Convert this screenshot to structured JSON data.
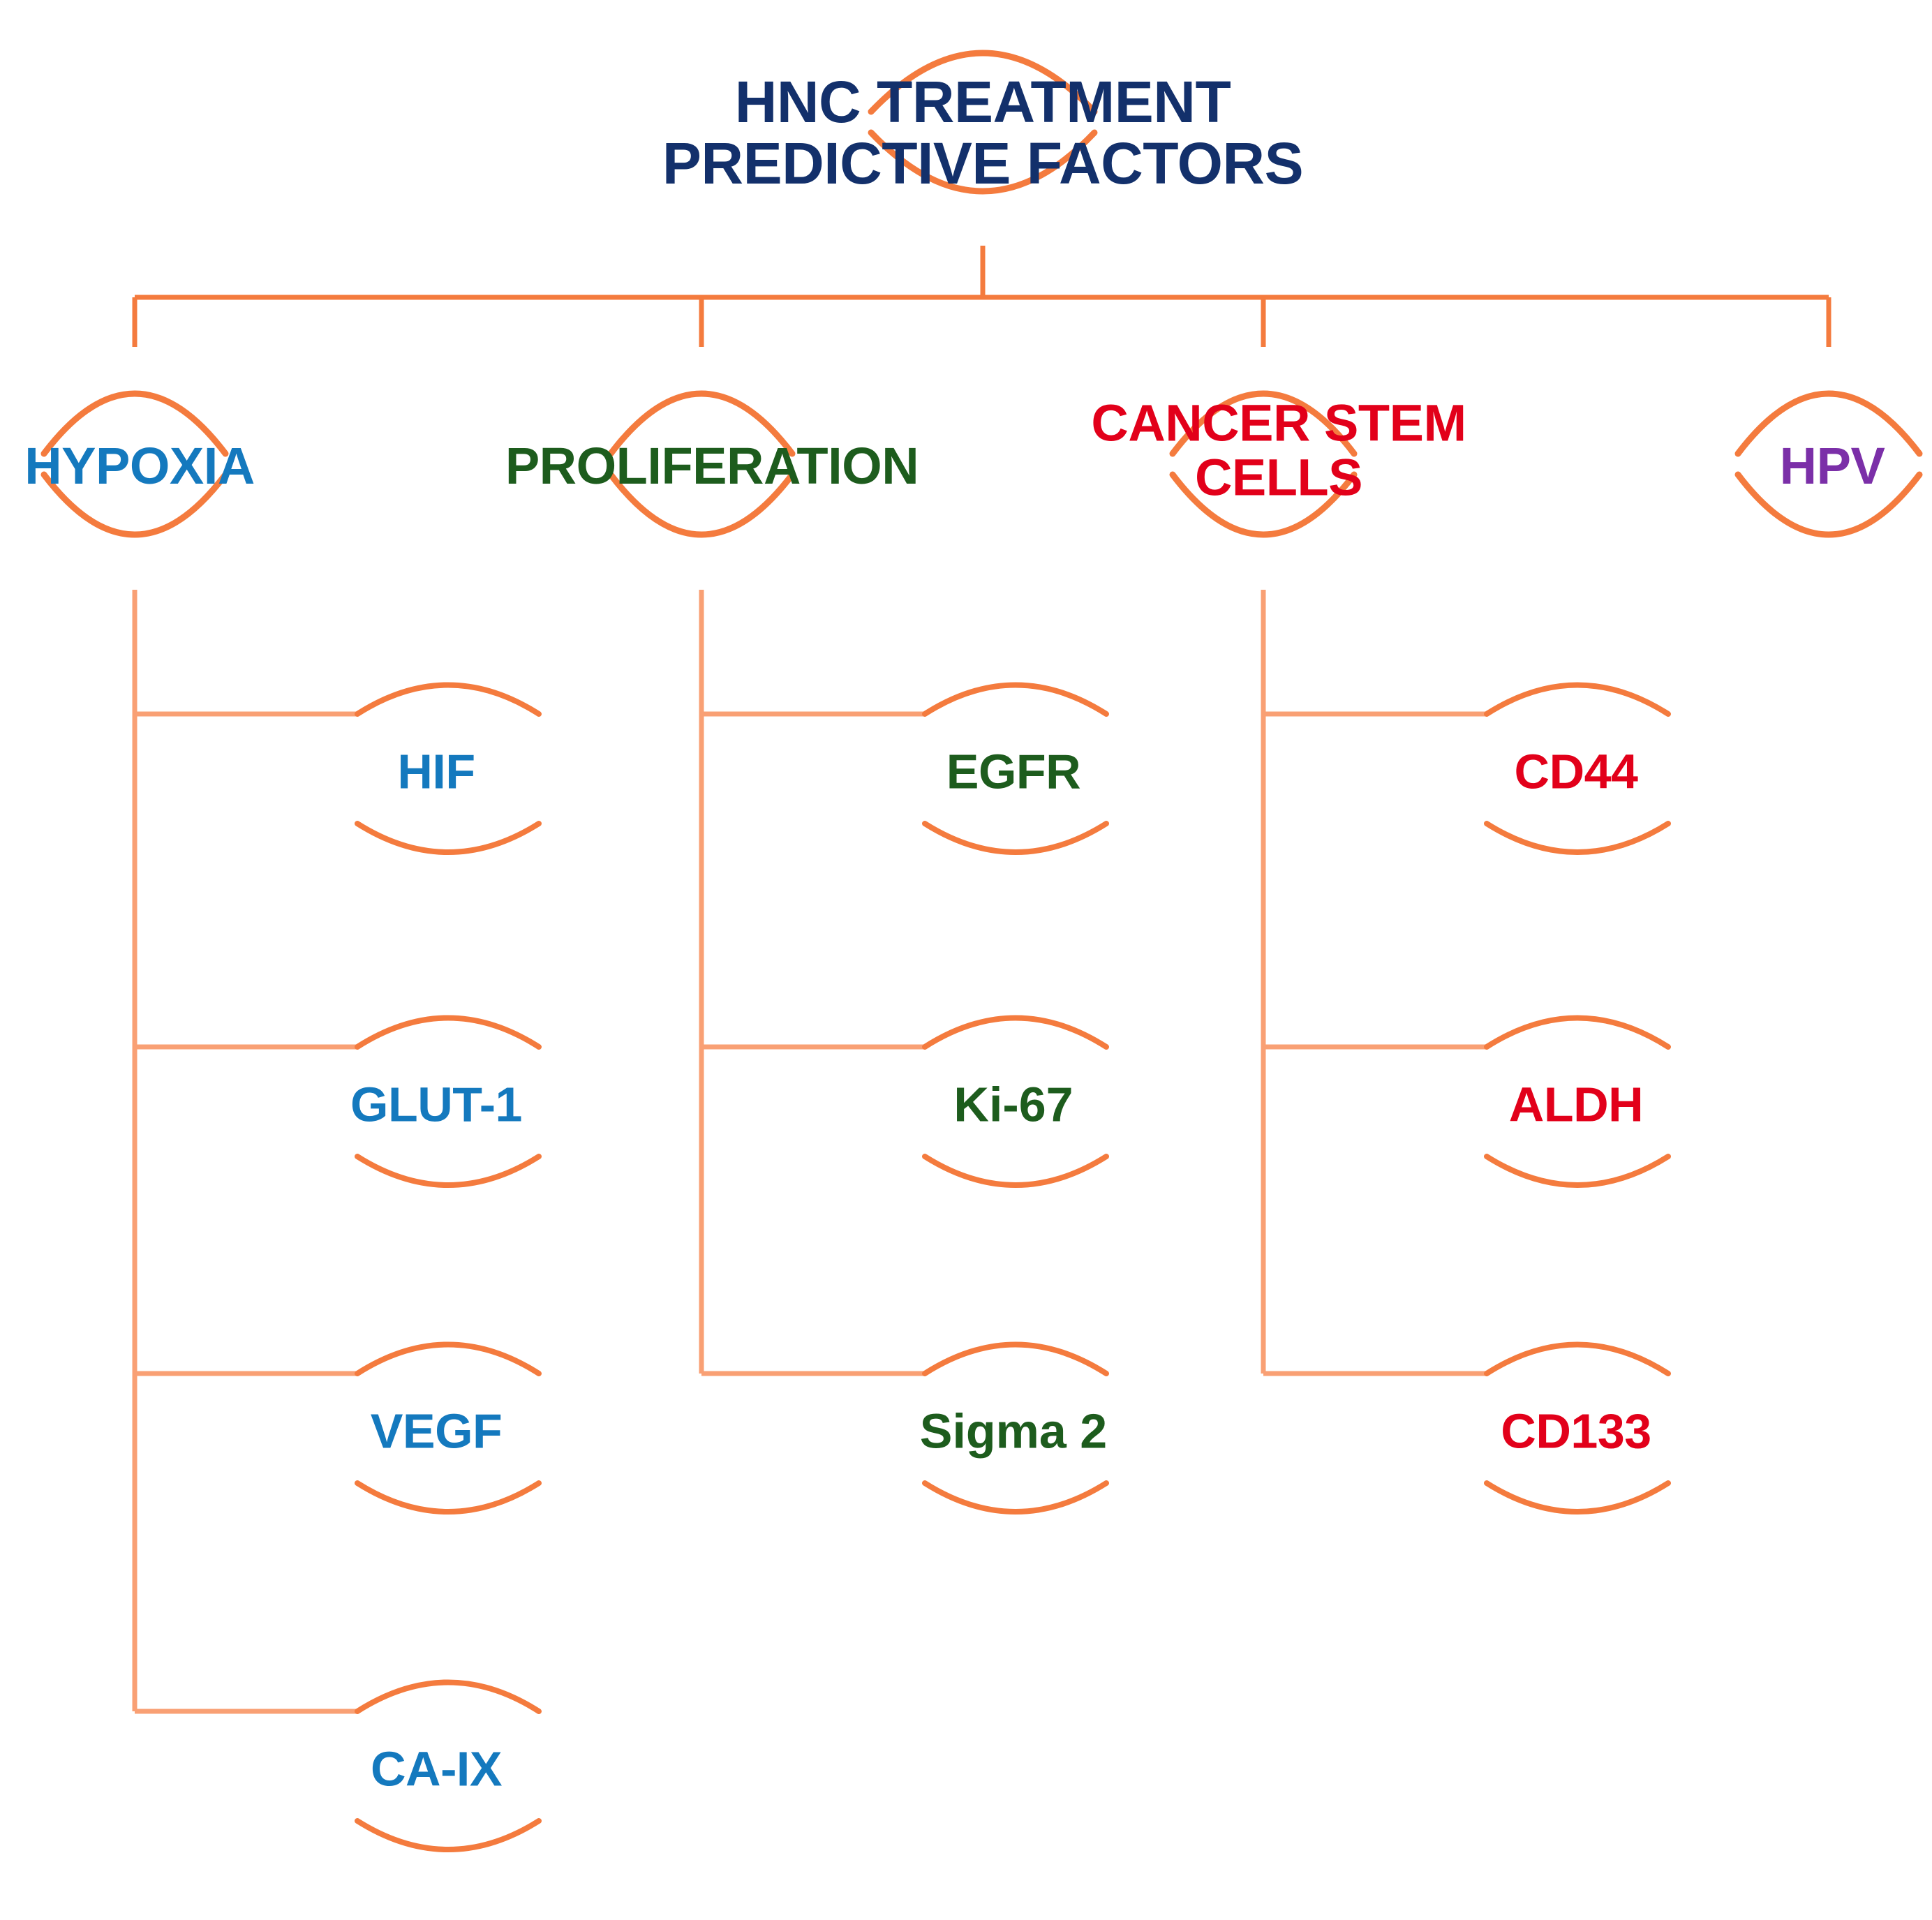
{
  "diagram": {
    "type": "hierarchy-tree",
    "background_color": "#FFFFFF",
    "connector_color": "#F47B3E",
    "root": {
      "label": "HNC TREATMENT\nPREDICTIVE FACTORS",
      "color": "#13306B",
      "name": "root-node"
    },
    "branches": [
      {
        "label": "HYPOXIA",
        "color": "#1479BE",
        "name": "branch-hypoxia",
        "children": [
          {
            "label": "HIF",
            "color": "#1479BE",
            "name": "node-hif"
          },
          {
            "label": "GLUT-1",
            "color": "#1479BE",
            "name": "node-glut-1"
          },
          {
            "label": "VEGF",
            "color": "#1479BE",
            "name": "node-vegf"
          },
          {
            "label": "CA-IX",
            "color": "#1479BE",
            "name": "node-ca-ix"
          }
        ]
      },
      {
        "label": "PROLIFERATION",
        "color": "#1D5C1D",
        "name": "branch-proliferation",
        "children": [
          {
            "label": "EGFR",
            "color": "#1D5C1D",
            "name": "node-egfr"
          },
          {
            "label": "Ki-67",
            "color": "#1D5C1D",
            "name": "node-ki-67"
          },
          {
            "label": "Sigma 2",
            "color": "#1D5C1D",
            "name": "node-sigma-2"
          }
        ]
      },
      {
        "label": "CANCER STEM\nCELLS",
        "color": "#E2001A",
        "name": "branch-cancer-stem-cells",
        "children": [
          {
            "label": "CD44",
            "color": "#E2001A",
            "name": "node-cd44"
          },
          {
            "label": "ALDH",
            "color": "#E2001A",
            "name": "node-aldh"
          },
          {
            "label": "CD133",
            "color": "#E2001A",
            "name": "node-cd133"
          }
        ]
      },
      {
        "label": "HPV",
        "color": "#7B2FA8",
        "name": "branch-hpv",
        "children": []
      }
    ]
  }
}
